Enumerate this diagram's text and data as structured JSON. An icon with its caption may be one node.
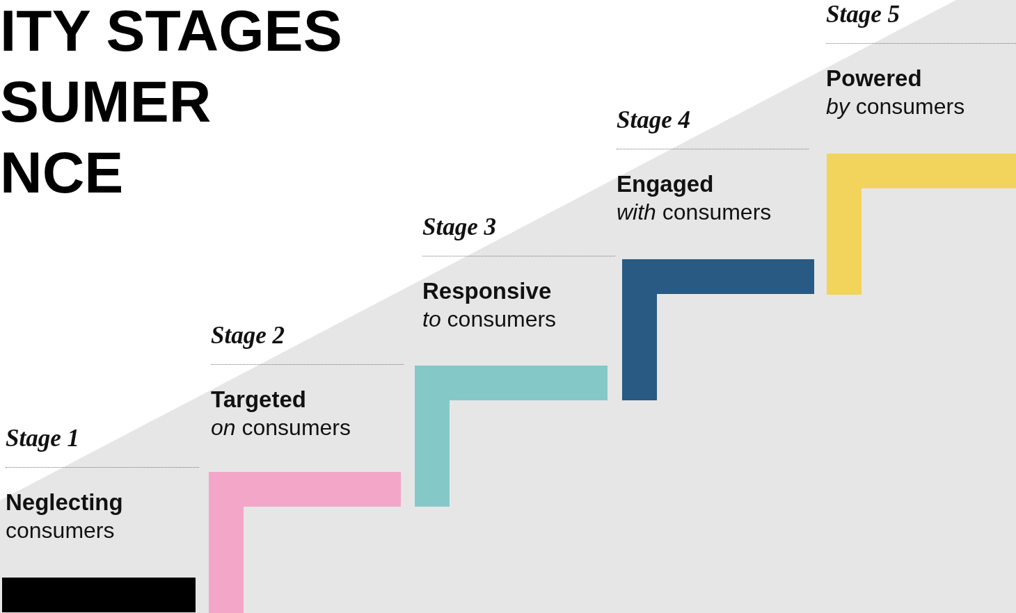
{
  "diagram": {
    "nodes": [
      {
        "text": [
          "Stage 1",
          "Neglecting",
          "consumers"
        ]
      },
      {
        "text": [
          "Stage 2",
          "Targeted",
          "*on* consumers"
        ]
      },
      {
        "text": [
          "Stage 3",
          "Responsive",
          "*to* consumers"
        ]
      },
      {
        "text": [
          "Stage 4",
          "Engaged",
          "*with* consumers"
        ]
      },
      {
        "text": [
          "Stage 5",
          "Powered",
          "*by* consumers"
        ]
      },
      {
        "text": [],
        "shape": "bar"
      },
      {
        "text": [],
        "shape": "step"
      },
      {
        "text": [],
        "shape": "step"
      },
      {
        "text": [],
        "shape": "step"
      },
      {
        "text": [],
        "shape": "step"
      }
    ],
    "labels": [
      "ITY STAGES",
      "SUMER",
      "NCE"
    ]
  }
}
